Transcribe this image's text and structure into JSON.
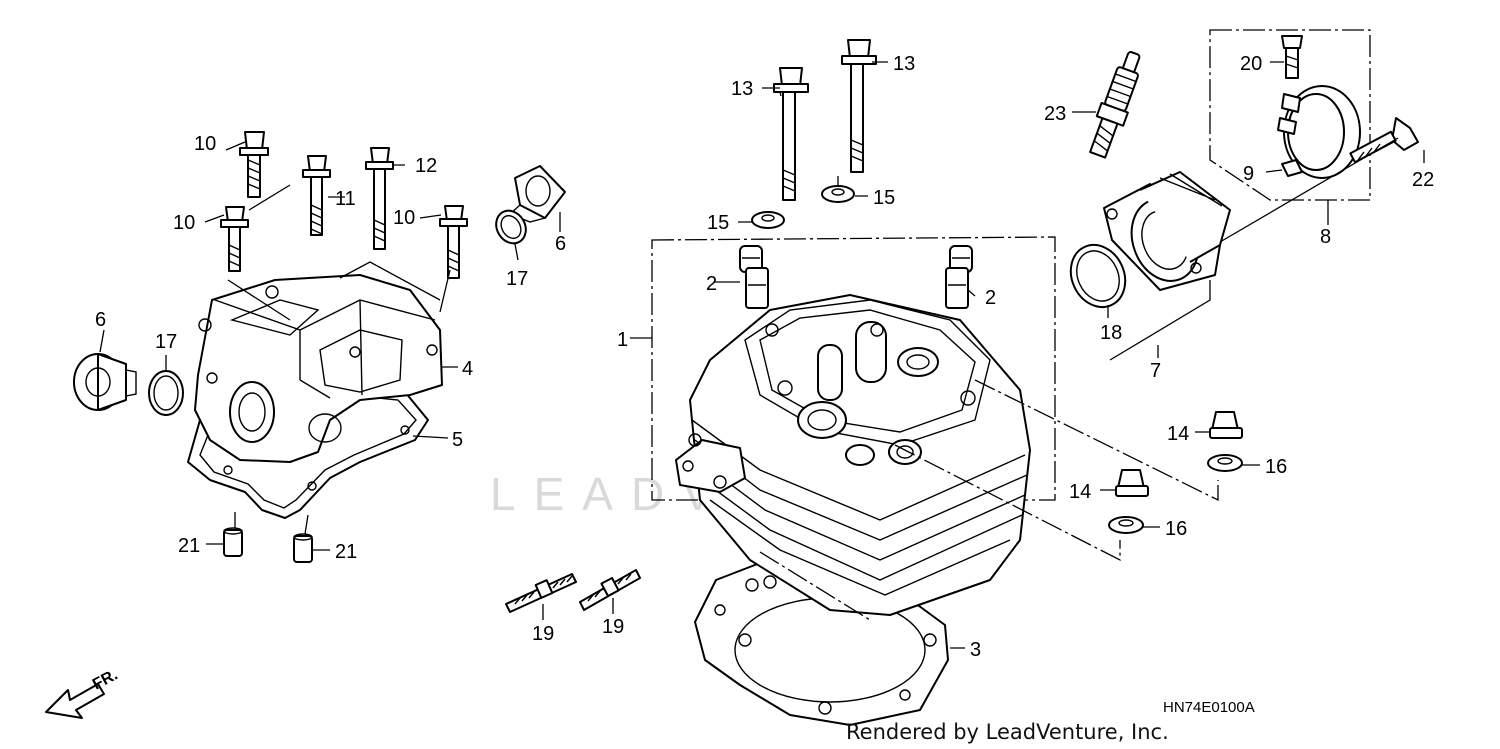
{
  "diagram": {
    "drawing_code": "HN74E0100A",
    "credit": "Rendered by LeadVenture, Inc.",
    "watermark": "LEADVENTURE",
    "direction_label": "FR.",
    "callouts": [
      "1",
      "2",
      "2",
      "3",
      "4",
      "5",
      "6",
      "6",
      "7",
      "8",
      "9",
      "10",
      "10",
      "10",
      "11",
      "12",
      "13",
      "13",
      "14",
      "14",
      "15",
      "15",
      "16",
      "16",
      "17",
      "17",
      "18",
      "19",
      "19",
      "20",
      "21",
      "21",
      "22",
      "23"
    ]
  }
}
